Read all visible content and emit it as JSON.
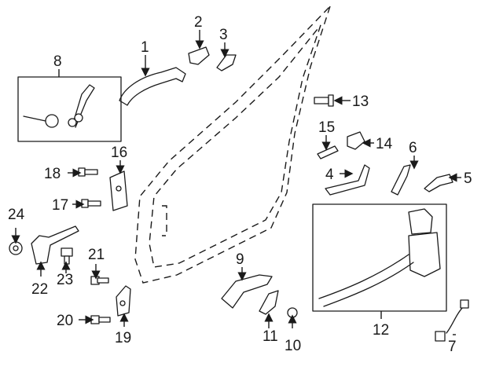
{
  "diagram": {
    "labels": {
      "p1": "1",
      "p2": "2",
      "p3": "3",
      "p4": "4",
      "p5": "5",
      "p6": "6",
      "p7": "7",
      "p8": "8",
      "p9": "9",
      "p10": "10",
      "p11": "11",
      "p12": "12",
      "p13": "13",
      "p14": "14",
      "p15": "15",
      "p16": "16",
      "p17": "17",
      "p18": "18",
      "p19": "19",
      "p20": "20",
      "p21": "21",
      "p22": "22",
      "p23": "23",
      "p24": "24"
    },
    "colors": {
      "line": "#1a1a1a",
      "background": "#ffffff"
    }
  }
}
